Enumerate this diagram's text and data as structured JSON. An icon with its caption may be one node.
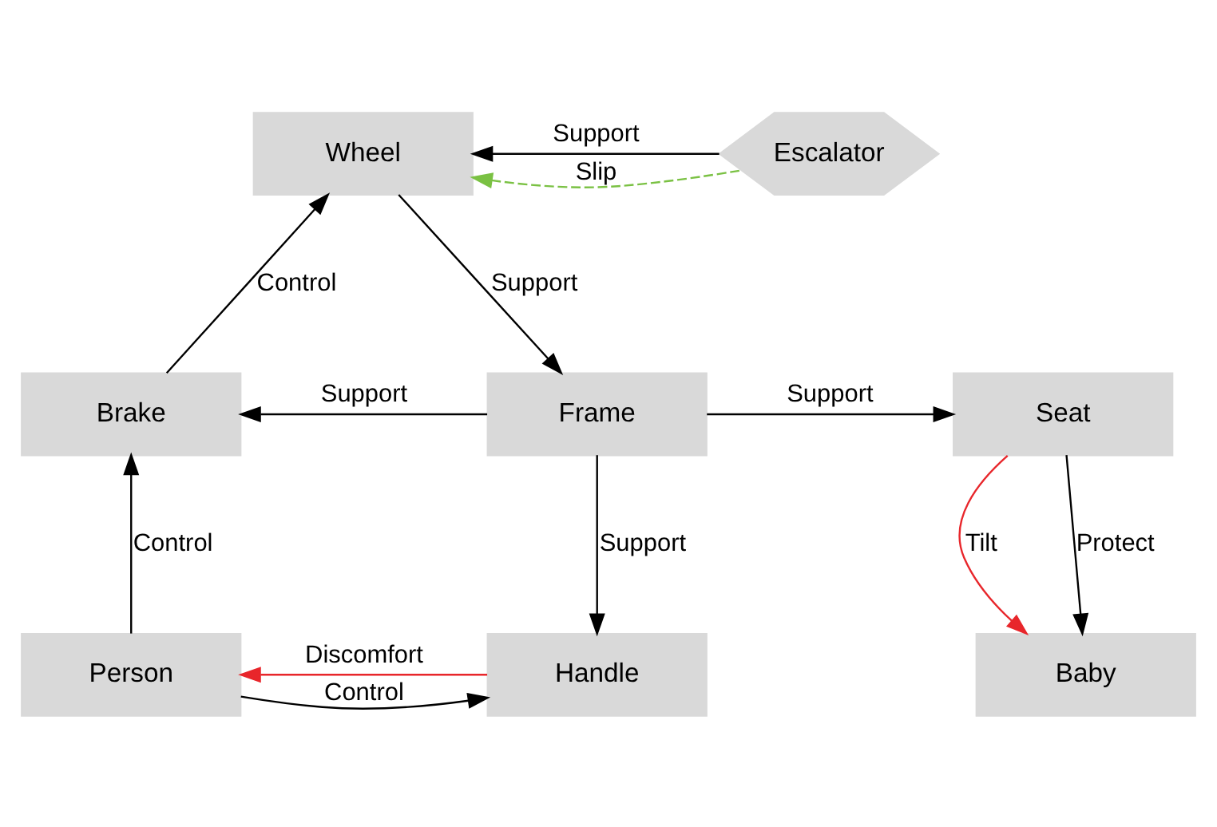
{
  "diagram": {
    "nodes": [
      {
        "text": [
          "Wheel"
        ]
      },
      {
        "text": [
          "Escalator"
        ]
      },
      {
        "text": [
          "Brake"
        ]
      },
      {
        "text": [
          "Frame"
        ]
      },
      {
        "text": [
          "Seat"
        ]
      },
      {
        "text": [
          "Person"
        ]
      },
      {
        "text": [
          "Handle"
        ]
      },
      {
        "text": [
          "Baby"
        ]
      }
    ],
    "edges": [
      {
        "from": 1,
        "to": 0,
        "arrow": "to",
        "label": "Support"
      },
      {
        "from": 1,
        "to": 0,
        "arrow": "to",
        "label": "Slip",
        "style": "dashed",
        "color": "#7ac143"
      },
      {
        "from": 2,
        "to": 0,
        "arrow": "to",
        "label": "Control"
      },
      {
        "from": 0,
        "to": 3,
        "arrow": "to",
        "label": "Support"
      },
      {
        "from": 3,
        "to": 2,
        "arrow": "to",
        "label": "Support"
      },
      {
        "from": 3,
        "to": 4,
        "arrow": "to",
        "label": "Support"
      },
      {
        "from": 4,
        "to": 7,
        "arrow": "to",
        "label": "Tilt",
        "color": "#e8262b"
      },
      {
        "from": 4,
        "to": 7,
        "arrow": "to",
        "label": "Protect"
      },
      {
        "from": 3,
        "to": 6,
        "arrow": "to",
        "label": "Support"
      },
      {
        "from": 5,
        "to": 2,
        "arrow": "to",
        "label": "Control"
      },
      {
        "from": 5,
        "to": 6,
        "arrow": "to",
        "label": "Control"
      },
      {
        "from": 6,
        "to": 5,
        "arrow": "to",
        "label": "Discomfort",
        "color": "#e8262b"
      }
    ]
  }
}
